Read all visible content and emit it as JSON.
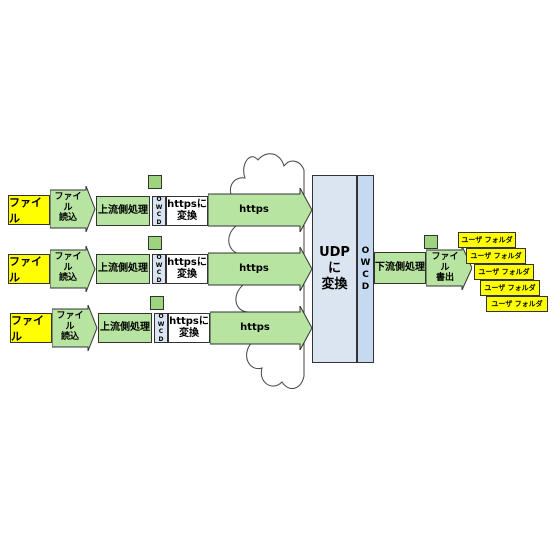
{
  "rows": [
    {
      "file": "ファイル",
      "read": "ファイル\n読込",
      "upstream": "上流側処理",
      "owcd": "OWCD",
      "convert": "httpsに\n変換",
      "https": "https"
    },
    {
      "file": "ファイル",
      "read": "ファイル\n読込",
      "upstream": "上流側処理",
      "owcd": "OWCD",
      "convert": "httpsに\n変換",
      "https": "https"
    },
    {
      "file": "ファイル",
      "read": "ファイル\n読込",
      "upstream": "上流側処理",
      "owcd": "OWCD",
      "convert": "httpsに\n変換",
      "https": "https"
    }
  ],
  "udp_convert": "UDPに\n変換",
  "owcd_vertical": "OWCD",
  "downstream": "下流側処理",
  "write": "ファイル\n書出",
  "user_folders": [
    "ユーザ フォルダ",
    "ユーザ フォルダ",
    "ユーザ フォルダ",
    "ユーザ フォルダ",
    "ユーザ フォルダ"
  ],
  "colors": {
    "file": "#ffff00",
    "green": "#b7e4a0",
    "blue": "#dbe5f1"
  }
}
